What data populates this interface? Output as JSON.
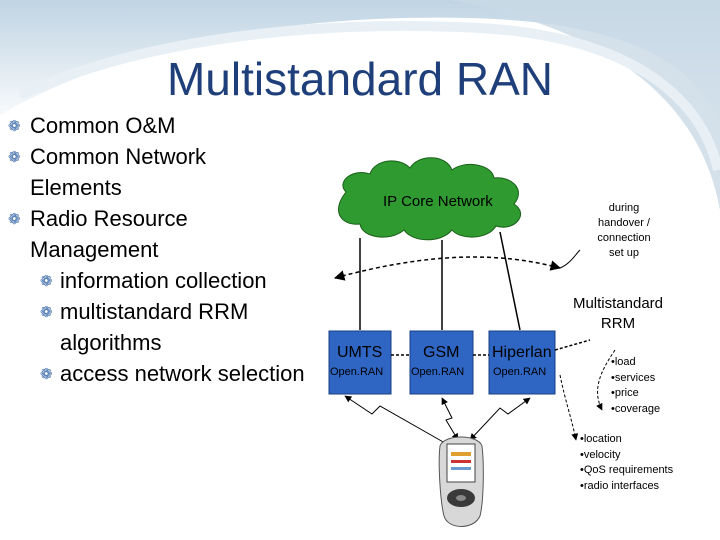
{
  "slide": {
    "title": "Multistandard RAN",
    "bullets": [
      {
        "level": 1,
        "text_lines": [
          "Common O&M"
        ]
      },
      {
        "level": 1,
        "text_lines": [
          "Common Network",
          "Elements"
        ]
      },
      {
        "level": 1,
        "text_lines": [
          "Radio Resource",
          "Management"
        ]
      },
      {
        "level": 2,
        "text_lines": [
          "information collection"
        ]
      },
      {
        "level": 2,
        "text_lines": [
          "multistandard RRM",
          "algorithms"
        ]
      },
      {
        "level": 2,
        "text_lines": [
          "access network",
          "selection"
        ]
      }
    ]
  },
  "diagram": {
    "cloud_label": "IP Core Network",
    "ran_boxes": [
      {
        "name": "UMTS",
        "sub": "Open.RAN"
      },
      {
        "name": "GSM",
        "sub": "Open.RAN"
      },
      {
        "name": "Hiperlan",
        "sub": "Open.RAN"
      }
    ],
    "rrm_label_lines": [
      "Multistandard",
      "RRM"
    ],
    "trigger_note_lines": [
      "during",
      "handover /",
      "connection",
      "set up"
    ],
    "network_info": [
      "•load",
      "•services",
      "•price",
      "•coverage"
    ],
    "terminal_info": [
      "•location",
      "•velocity",
      "•QoS requirements",
      "•radio interfaces"
    ],
    "colors": {
      "title": "#1f3f7a",
      "cloud": "#2f9a2f",
      "ran_box": "#2f66c4",
      "bullet": "#3a6aa8"
    }
  }
}
